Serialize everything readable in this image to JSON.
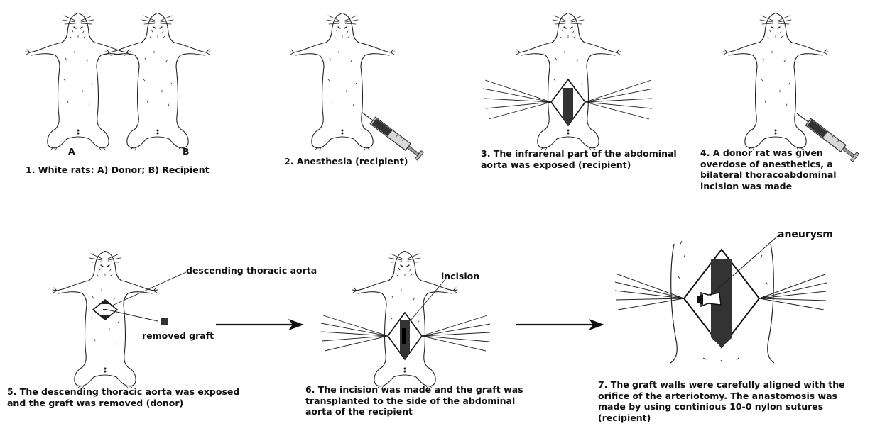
{
  "figure": {
    "steps": [
      {
        "id": "step1",
        "caption": "1. White rats: A) Donor; B) Recipient",
        "rat_labels": [
          "A",
          "B"
        ]
      },
      {
        "id": "step2",
        "caption": "2. Anesthesia (recipient)"
      },
      {
        "id": "step3",
        "caption": "3. The infrarenal part of the abdominal aorta was exposed (recipient)"
      },
      {
        "id": "step4",
        "caption": "4. A donor rat was given overdose of anesthetics, a bilateral thoracoabdominal incision was made"
      },
      {
        "id": "step5",
        "caption": "5. The descending thoracic aorta was exposed and the graft was removed (donor)",
        "annotations": {
          "aorta": "descending thoracic aorta",
          "graft": "removed graft"
        }
      },
      {
        "id": "step6",
        "caption": "6. The incision was made and the graft was transplanted to the side of the abdominal aorta of the recipient",
        "annotations": {
          "incision": "incision"
        }
      },
      {
        "id": "step7",
        "caption": "7. The graft walls were carefully aligned with the orifice of the arteriotomy. The anastomosis was made by using continious 10-0 nylon sutures (recipient)",
        "annotations": {
          "aneurysm": "aneurysm"
        }
      }
    ]
  }
}
